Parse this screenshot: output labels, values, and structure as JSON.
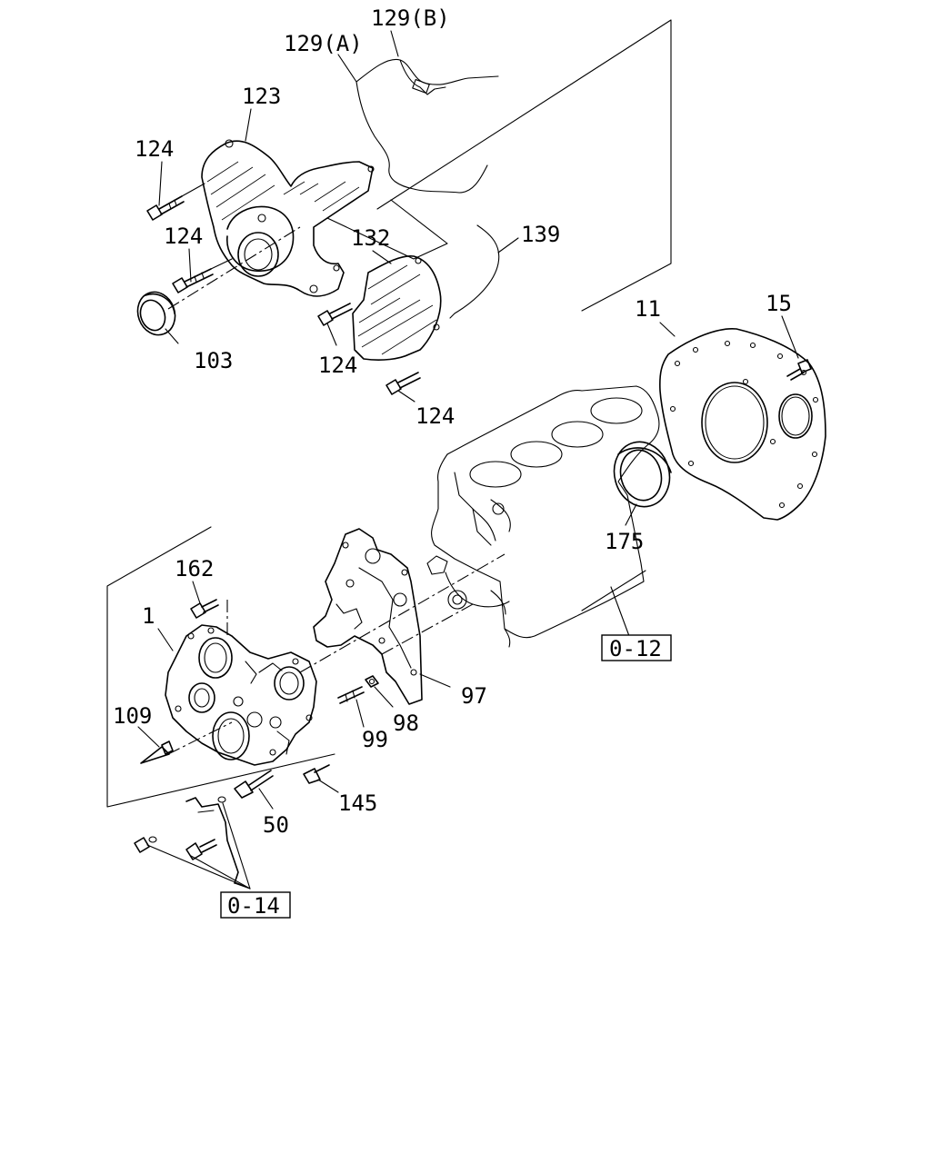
{
  "callouts": {
    "c129a": "129(A)",
    "c129b": "129(B)",
    "c123": "123",
    "c124a": "124",
    "c124b": "124",
    "c124c": "124",
    "c124d": "124",
    "c132": "132",
    "c139": "139",
    "c103": "103",
    "c11": "11",
    "c15": "15",
    "c175": "175",
    "c162": "162",
    "c1": "1",
    "c109": "109",
    "c97": "97",
    "c98": "98",
    "c99": "99",
    "c50": "50",
    "c145": "145"
  },
  "references": {
    "ref012": "0-12",
    "ref014": "0-14"
  },
  "colors": {
    "line": "#000000",
    "background": "#ffffff"
  }
}
